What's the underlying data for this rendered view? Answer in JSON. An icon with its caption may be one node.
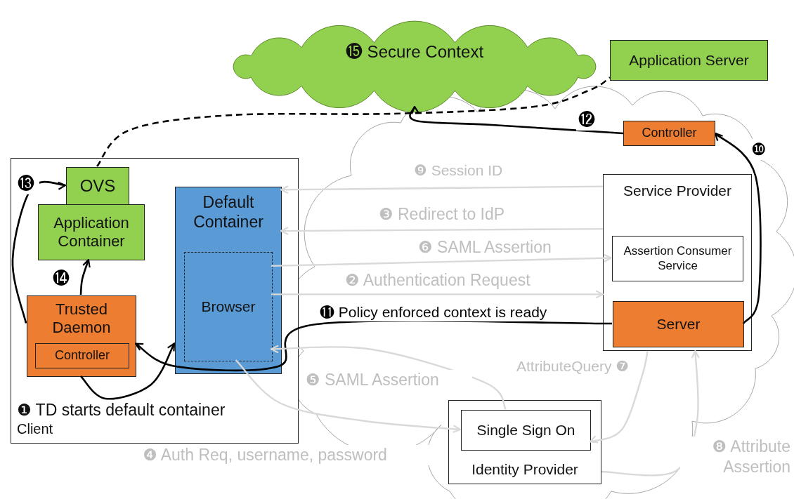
{
  "diagram": {
    "nodes": [
      {
        "text": [
          "⓯ Secure Context"
        ]
      },
      {
        "text": [
          "Application Server"
        ]
      },
      {
        "text": [
          "Controller"
        ]
      },
      {
        "text": [
          "❶ TD starts default container",
          "Client"
        ]
      },
      {
        "text": [
          "OVS"
        ],
        "in": 3
      },
      {
        "text": [
          "Application Container"
        ],
        "in": 3
      },
      {
        "text": [
          "Default Container"
        ],
        "in": 3
      },
      {
        "text": [
          "Browser"
        ],
        "in": 6
      },
      {
        "text": [
          "Trusted Daemon"
        ],
        "in": 3
      },
      {
        "text": [
          "Controller"
        ],
        "in": 8
      },
      {
        "text": [
          "Service Provider"
        ]
      },
      {
        "text": [
          "Assertion Consumer Service"
        ],
        "in": 10
      },
      {
        "text": [
          "Server"
        ],
        "in": 10
      },
      {
        "text": [
          "Identity Provider"
        ]
      },
      {
        "text": [
          "Single Sign On"
        ],
        "in": 13
      }
    ],
    "edges": [
      {
        "from": 4,
        "to": 1,
        "arrow": "none",
        "style": "dashed",
        "color": "#000000"
      },
      {
        "from": 2,
        "to": 0,
        "arrow": "to",
        "label": "⓬",
        "color": "#000000"
      },
      {
        "from": 12,
        "to": 2,
        "arrow": "to",
        "label": "❿",
        "color": "#000000"
      },
      {
        "from": 8,
        "to": 4,
        "arrow": "to",
        "label": "⓭",
        "color": "#000000"
      },
      {
        "from": 8,
        "to": 5,
        "arrow": "to",
        "label": "⓮",
        "color": "#000000"
      },
      {
        "from": 8,
        "to": 6,
        "arrow": "to",
        "color": "#000000"
      },
      {
        "from": 12,
        "to": 8,
        "arrow": "to",
        "label": "⓫ Policy enforced context is ready",
        "color": "#000000"
      },
      {
        "from": 10,
        "to": 6,
        "arrow": "to",
        "label": "❾ Session ID"
      },
      {
        "from": 10,
        "to": 6,
        "arrow": "to",
        "label": "❸ Redirect to IdP"
      },
      {
        "from": 7,
        "to": 11,
        "arrow": "to",
        "label": "❻ SAML Assertion"
      },
      {
        "from": 7,
        "to": 10,
        "arrow": "to",
        "label": "❷ Authentication Request"
      },
      {
        "from": 14,
        "to": 7,
        "arrow": "to",
        "label": "❺ SAML Assertion"
      },
      {
        "from": 7,
        "to": 14,
        "arrow": "to",
        "label": "❹ Auth Req, username, password"
      },
      {
        "from": 10,
        "to": 14,
        "arrow": "to",
        "label": "AttributeQuery ❼"
      },
      {
        "from": 13,
        "to": 10,
        "arrow": "to",
        "label": "❽ Attribute Assertion"
      }
    ]
  }
}
